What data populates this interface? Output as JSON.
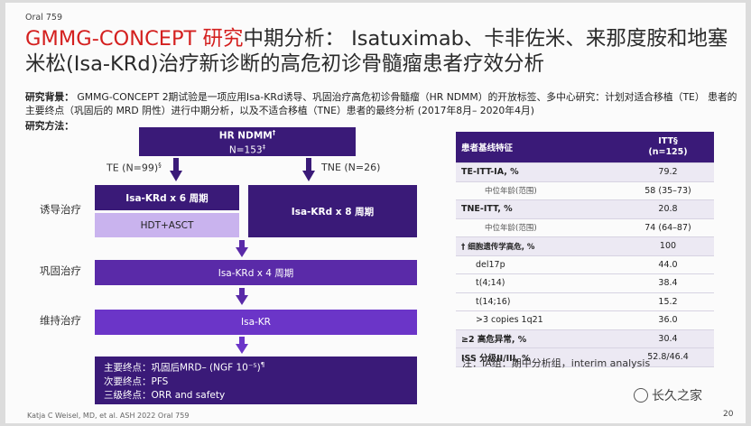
{
  "header": {
    "oral": "Oral 759",
    "title_red": "GMMG-CONCEPT 研究",
    "title_rest": "中期分析： Isatuximab、卡非佐米、来那度胺和地塞米松(Isa-KRd)治疗新诊断的高危初诊骨髓瘤患者疗效分析"
  },
  "background": {
    "label": "研究背景：",
    "text": " GMMG-CONCEPT 2期试验是一项应用Isa-KRd诱导、巩固治疗高危初诊骨髓瘤（HR NDMM）的开放标签、多中心研究：计划对适合移植（TE） 患者的主要终点（巩固后的 MRD 阴性）进行中期分析，以及不适合移植（TNE）患者的最终分析 (2017年8月– 2020年4月)"
  },
  "methods_label": "研究方法：",
  "flow": {
    "top_line1": "HR NDMM",
    "top_sup": "†",
    "top_line2": "N=153",
    "top_sup2": "‡",
    "te_label": "TE (N=99)",
    "te_sup": "§",
    "tne_label": "TNE (N=26)",
    "phase_induction": "诱导治疗",
    "phase_consolidation": "巩固治疗",
    "phase_maintenance": "维持治疗",
    "te_induction": "Isa-KRd x 6 周期",
    "te_hdt": "HDT+ASCT",
    "tne_induction": "Isa-KRd x 8 周期",
    "consolidation": "Isa-KRd x 4 周期",
    "maintenance": "Isa-KR",
    "endpoint1": "主要终点：巩固后MRD– (NGF 10⁻⁵)",
    "endpoint1_sup": "¶",
    "endpoint2": "次要终点：PFS",
    "endpoint3": "三级终点：ORR and safety"
  },
  "table": {
    "head_label": "患者基线特征",
    "head_value": "ITT§\n(n=125)",
    "rows": [
      {
        "label": "TE-ITT-IA, %",
        "value": "79.2",
        "style": "bold"
      },
      {
        "label": "中位年龄(范围)",
        "value": "58 (35–73)",
        "style": "ind"
      },
      {
        "label": "TNE-ITT, %",
        "value": "20.8",
        "style": "bold"
      },
      {
        "label": "中位年龄(范围)",
        "value": "74 (64–87)",
        "style": "ind"
      },
      {
        "label": "† 细胞遗传学高危, %",
        "value": "100",
        "style": "bold-small"
      },
      {
        "label": "del17p",
        "value": "44.0",
        "style": "ind2"
      },
      {
        "label": "t(4;14)",
        "value": "38.4",
        "style": "ind2"
      },
      {
        "label": "t(14;16)",
        "value": "15.2",
        "style": "ind2"
      },
      {
        "label": ">3 copies 1q21",
        "value": "36.0",
        "style": "ind2"
      },
      {
        "label": "≥2 高危异常, %",
        "value": "30.4",
        "style": "bold"
      },
      {
        "label": "ISS 分级II/III, %",
        "value": "52.8/46.4",
        "style": "bold"
      }
    ],
    "note": "注：IA组：期中分析组，interim analysis"
  },
  "footer": {
    "citation": "Katja C Weisel, MD, et al. ASH 2022   Oral 759",
    "page": "20",
    "watermark": "长久之家"
  }
}
